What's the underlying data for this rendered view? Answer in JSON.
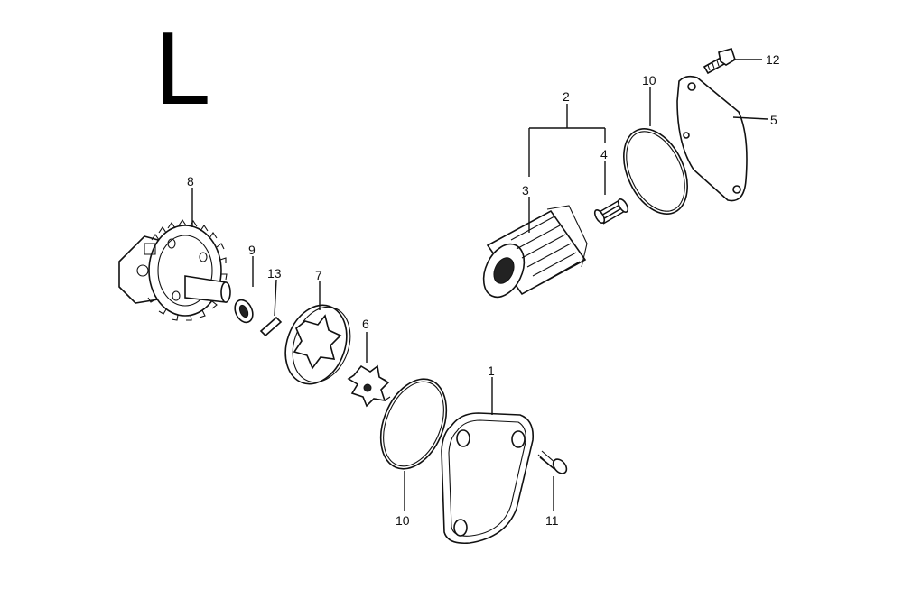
{
  "diagram": {
    "section_letter": "L",
    "callouts": {
      "p1": "1",
      "p2": "2",
      "p3": "3",
      "p4": "4",
      "p5": "5",
      "p6": "6",
      "p7": "7",
      "p8": "8",
      "p9": "9",
      "p10_top": "10",
      "p10_bottom": "10",
      "p11": "11",
      "p12": "12",
      "p13": "13"
    }
  }
}
